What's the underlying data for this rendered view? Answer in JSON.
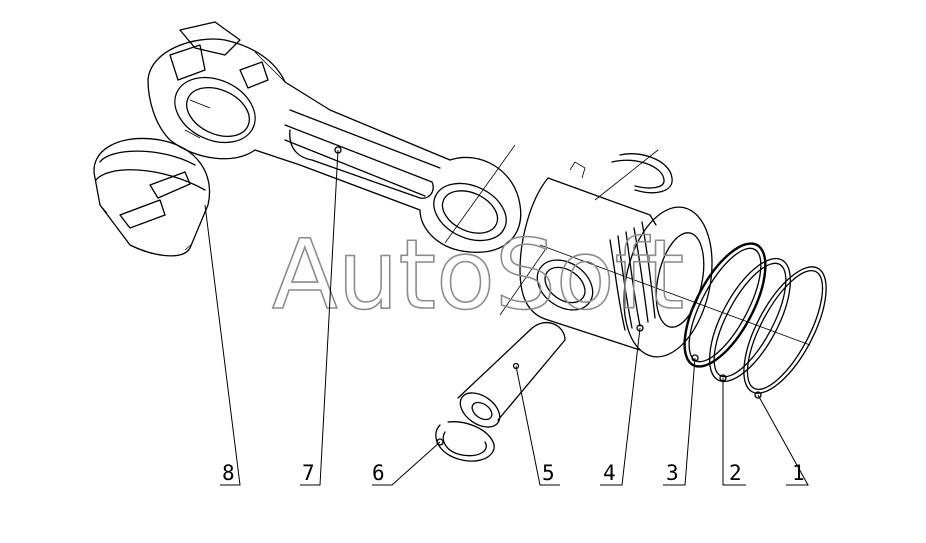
{
  "watermark": "AutoSoft",
  "callouts": [
    "1",
    "2",
    "3",
    "4",
    "5",
    "6",
    "7",
    "8"
  ],
  "colors": {
    "line": "#000000",
    "watermark": "#8c8c8c",
    "background": "#ffffff"
  }
}
